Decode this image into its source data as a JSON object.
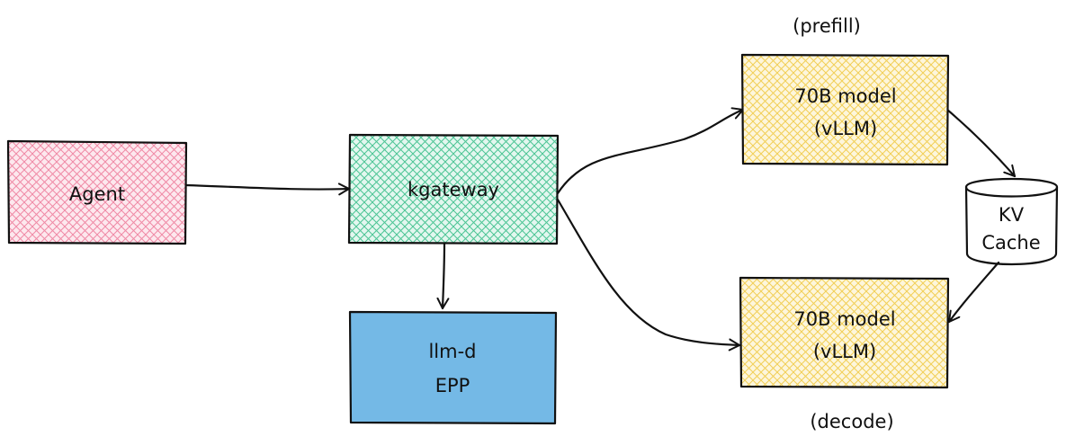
{
  "nodes": {
    "agent": {
      "label": "Agent",
      "color": "#f5a3b8"
    },
    "kgateway": {
      "label": "kgateway",
      "color": "#5ed1a5"
    },
    "epp": {
      "lines": [
        "llm-d",
        "EPP"
      ],
      "color": "#74b9e6"
    },
    "prefill": {
      "lines": [
        "70B model",
        "(vLLM)"
      ],
      "color": "#f5d56a",
      "caption": "(prefill)"
    },
    "decode": {
      "lines": [
        "70B model",
        "(vLLM)"
      ],
      "color": "#f5d56a",
      "caption": "(decode)"
    },
    "kv_cache": {
      "lines": [
        "KV",
        "Cache"
      ]
    }
  }
}
